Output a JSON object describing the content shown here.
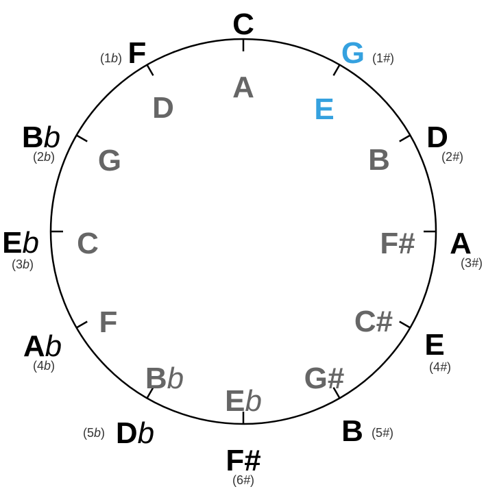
{
  "colors": {
    "major": "#000000",
    "minor": "#666666",
    "highlight": "#35a1df",
    "signature": "#333333",
    "circle": "#000000"
  },
  "keys": [
    {
      "major": "C",
      "major_acc": "",
      "minor": "A",
      "minor_acc": "",
      "signature": "",
      "highlight": false
    },
    {
      "major": "G",
      "major_acc": "",
      "minor": "E",
      "minor_acc": "",
      "signature": "(1#)",
      "highlight": true
    },
    {
      "major": "D",
      "major_acc": "",
      "minor": "B",
      "minor_acc": "",
      "signature": "(2#)",
      "highlight": false
    },
    {
      "major": "A",
      "major_acc": "",
      "minor": "F#",
      "minor_acc": "",
      "signature": "(3#)",
      "highlight": false
    },
    {
      "major": "E",
      "major_acc": "",
      "minor": "C#",
      "minor_acc": "",
      "signature": "(4#)",
      "highlight": false
    },
    {
      "major": "B",
      "major_acc": "",
      "minor": "G#",
      "minor_acc": "",
      "signature": "(5#)",
      "highlight": false
    },
    {
      "major": "F#",
      "major_acc": "",
      "minor": "E",
      "minor_acc": "b",
      "signature": "(6#)",
      "highlight": false
    },
    {
      "major": "D",
      "major_acc": "b",
      "minor": "B",
      "minor_acc": "b",
      "signature": "(5b)",
      "highlight": false
    },
    {
      "major": "A",
      "major_acc": "b",
      "minor": "F",
      "minor_acc": "",
      "signature": "(4b)",
      "highlight": false
    },
    {
      "major": "E",
      "major_acc": "b",
      "minor": "C",
      "minor_acc": "",
      "signature": "(3b)",
      "highlight": false
    },
    {
      "major": "B",
      "major_acc": "b",
      "minor": "G",
      "minor_acc": "",
      "signature": "(2b)",
      "highlight": false
    },
    {
      "major": "F",
      "major_acc": "",
      "minor": "D",
      "minor_acc": "",
      "signature": "(1b)",
      "highlight": false
    }
  ]
}
